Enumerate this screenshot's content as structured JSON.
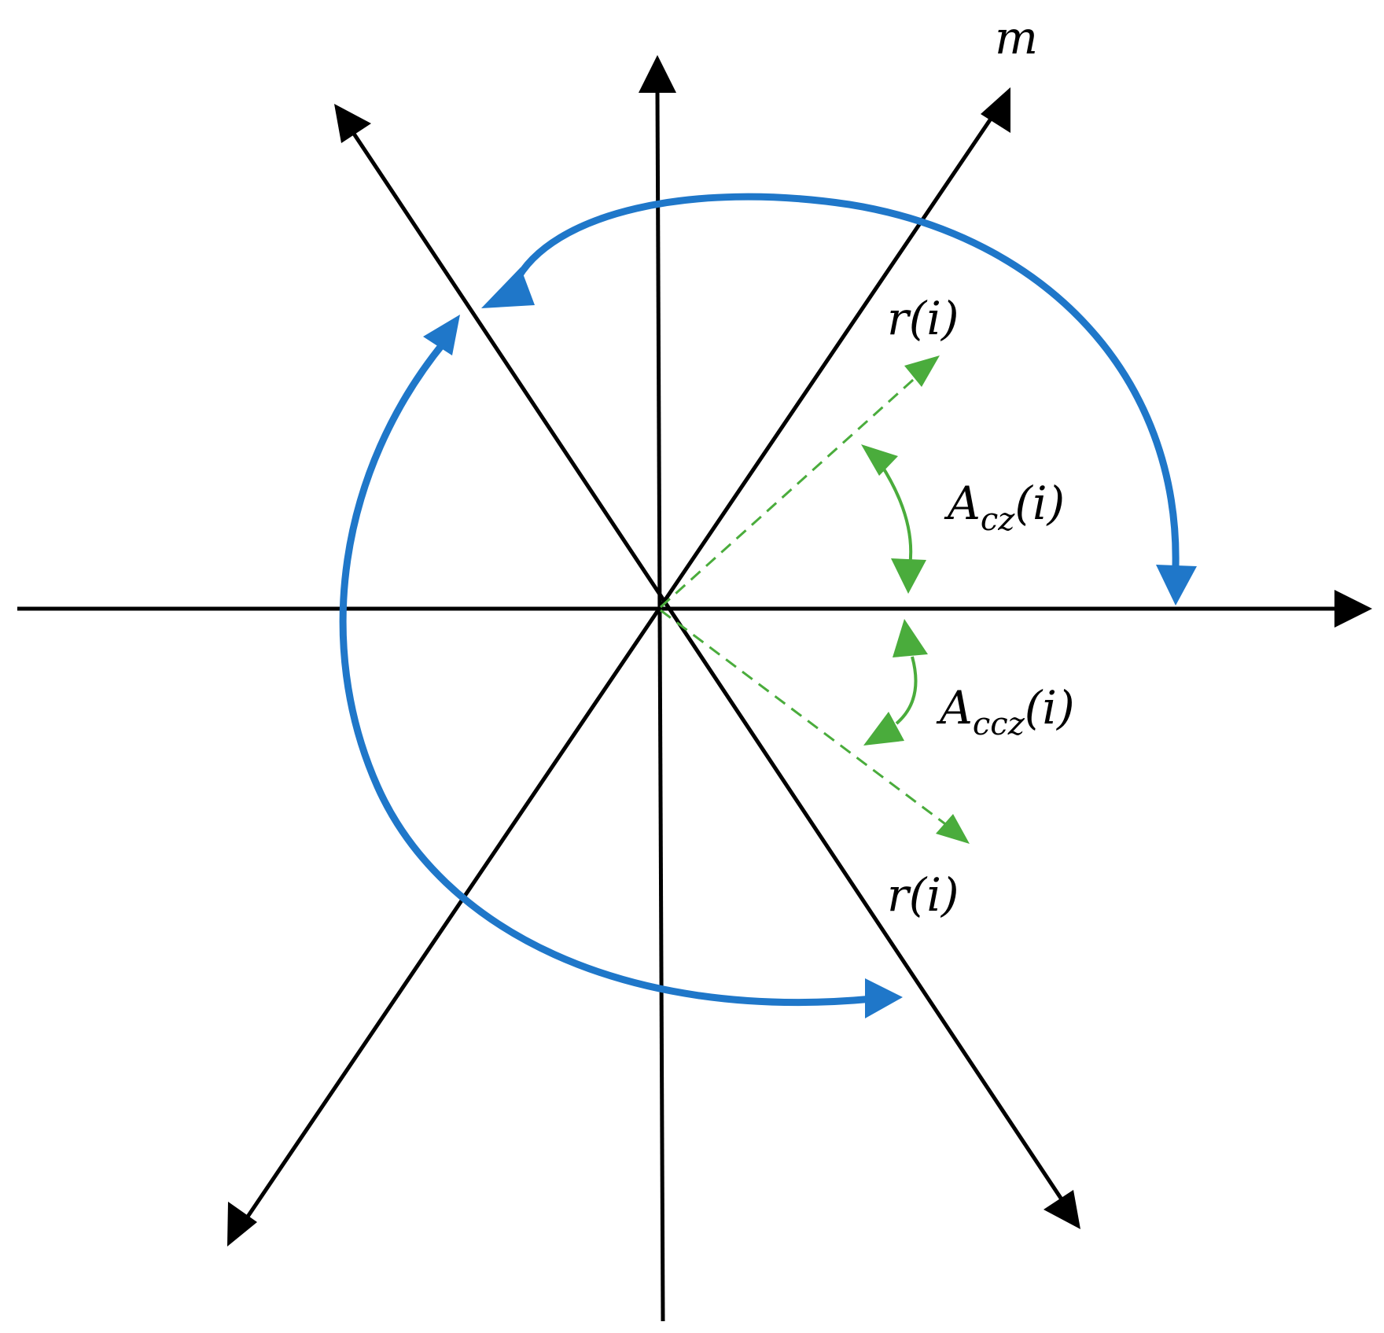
{
  "colors": {
    "axis": "#000000",
    "rotation_arrow": "#1f77c9",
    "angle_marker": "#4aac3c",
    "background": "#ffffff"
  },
  "labels": {
    "axis_m": "m",
    "r_upper": "r(i)",
    "r_lower": "r(i)",
    "a_cz": {
      "main": "A",
      "sub": "cz",
      "arg": "(i)"
    },
    "a_ccz": {
      "main": "A",
      "sub": "ccz",
      "arg": "(i)"
    }
  }
}
